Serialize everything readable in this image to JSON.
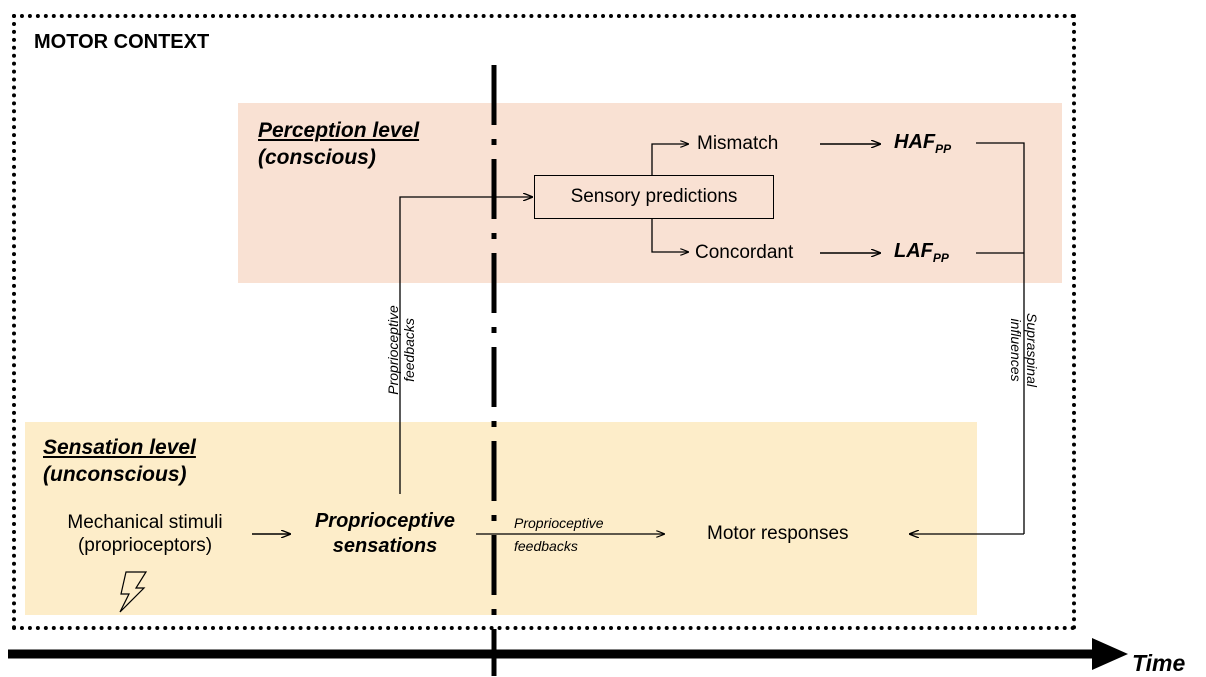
{
  "context_title": "MOTOR CONTEXT",
  "perception": {
    "title": "Perception level",
    "subtitle": "(conscious)"
  },
  "sensation": {
    "title": "Sensation level",
    "subtitle": "(unconscious)"
  },
  "nodes": {
    "sensory_predictions": "Sensory predictions",
    "mismatch": "Mismatch",
    "concordant": "Concordant",
    "haf": "HAF",
    "laf": "LAF",
    "pp": "PP",
    "stimuli_line1": "Mechanical stimuli",
    "stimuli_line2": "(proprioceptors)",
    "sensations_line1": "Proprioceptive",
    "sensations_line2": "sensations",
    "motor_responses": "Motor responses"
  },
  "edge_labels": {
    "prop_feedbacks_line1": "Proprioceptive",
    "prop_feedbacks_line2": "feedbacks",
    "supraspinal_line1": "Supraspinal",
    "supraspinal_line2": "influences"
  },
  "time_label": "Time",
  "icons": {
    "stimulus": "lightning-bolt-icon"
  }
}
